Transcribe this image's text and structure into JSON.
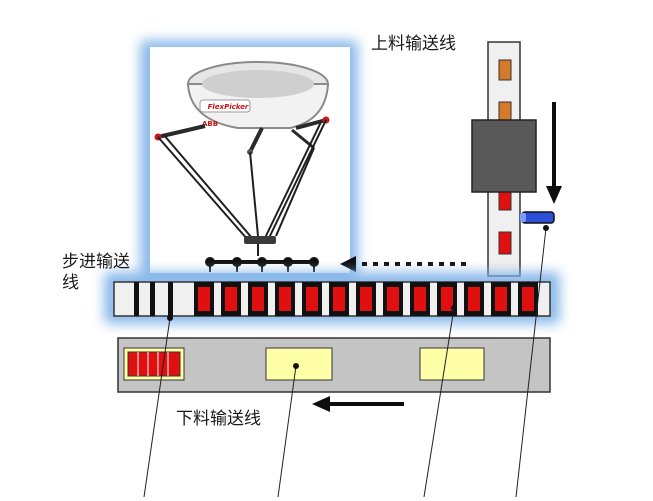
{
  "labels": {
    "feed_conveyor": "上料输送线",
    "step_conveyor": "步进输送线",
    "unload_conveyor": "下料输送线"
  },
  "robot": {
    "brand_text": "FlexPicker",
    "maker_text": "ABB"
  },
  "colors": {
    "belt_fill": "#f0f0f0",
    "belt_stroke": "#333333",
    "product_red": "#e01010",
    "product_orange": "#d47a2a",
    "tray_yellow": "#ffffa8",
    "lower_belt": "#c4c4c4",
    "camera_block": "#595959",
    "sensor_blue": "#2a4fd8",
    "glow": "#7fb2e8",
    "arrow": "#0d0d0d"
  }
}
